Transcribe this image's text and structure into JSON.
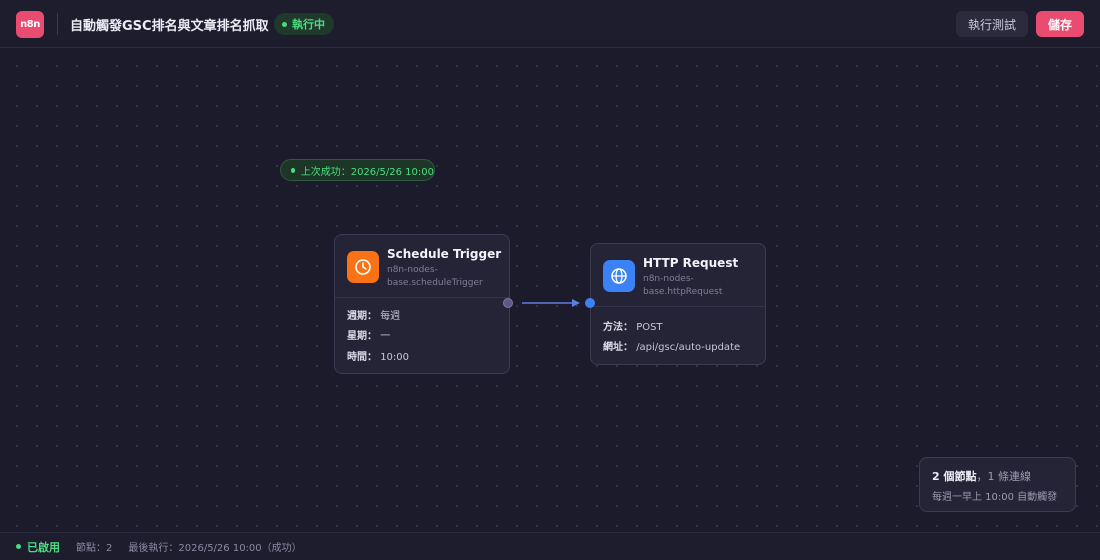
{
  "app": {
    "logo_text": "n8n",
    "brand_color": "#ea4b71"
  },
  "header": {
    "workflow_title": "自動觸發GSC排名與文章排名抓取",
    "status_badge": "執行中",
    "test_button": "執行測試",
    "save_button": "儲存"
  },
  "canvas": {
    "last_success": "上次成功：2026/5/26 10:00",
    "nodes": [
      {
        "name": "Schedule Trigger",
        "type": "n8n-nodes-base.scheduleTrigger",
        "icon": "clock-icon",
        "icon_color": "#f97316",
        "params": [
          {
            "key": "週期：",
            "value": "每週"
          },
          {
            "key": "星期：",
            "value": "一"
          },
          {
            "key": "時間：",
            "value": "10:00"
          }
        ]
      },
      {
        "name": "HTTP Request",
        "type": "n8n-nodes-base.httpRequest",
        "icon": "globe-icon",
        "icon_color": "#3b82f6",
        "params": [
          {
            "key": "方法：",
            "value": "POST"
          },
          {
            "key": "網址：",
            "value": "/api/gsc/auto-update"
          }
        ]
      }
    ]
  },
  "summary": {
    "nodes_count": "2 個節點",
    "connections": "，1 條連線",
    "description": "每週一早上 10:00 自動觸發"
  },
  "statusbar": {
    "enabled": "已啟用",
    "nodes": "節點：2",
    "last_run": "最後執行：2026/5/26 10:00（成功）"
  }
}
